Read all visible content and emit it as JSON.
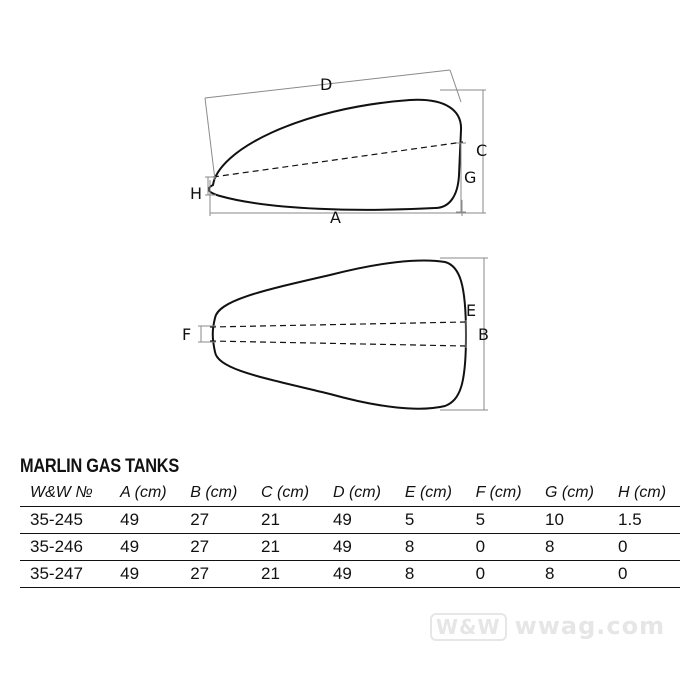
{
  "side_view": {
    "labels": {
      "a": "A",
      "c": "C",
      "d": "D",
      "g": "G",
      "h": "H"
    }
  },
  "top_view": {
    "labels": {
      "b": "B",
      "e": "E",
      "f": "F"
    }
  },
  "table": {
    "title": "MARLIN GAS TANKS",
    "columns": [
      "W&W №",
      "A (cm)",
      "B (cm)",
      "C (cm)",
      "D (cm)",
      "E (cm)",
      "F (cm)",
      "G (cm)",
      "H (cm)"
    ],
    "rows": [
      [
        "35-245",
        "49",
        "27",
        "21",
        "49",
        "5",
        "5",
        "10",
        "1.5"
      ],
      [
        "35-246",
        "49",
        "27",
        "21",
        "49",
        "8",
        "0",
        "8",
        "0"
      ],
      [
        "35-247",
        "49",
        "27",
        "21",
        "49",
        "8",
        "0",
        "8",
        "0"
      ]
    ]
  },
  "watermark": {
    "badge": "W&W",
    "text": "wwag.com"
  },
  "colors": {
    "ink": "#111111",
    "dim_line": "#8a8a8a",
    "watermark": "#e6e6e6"
  }
}
